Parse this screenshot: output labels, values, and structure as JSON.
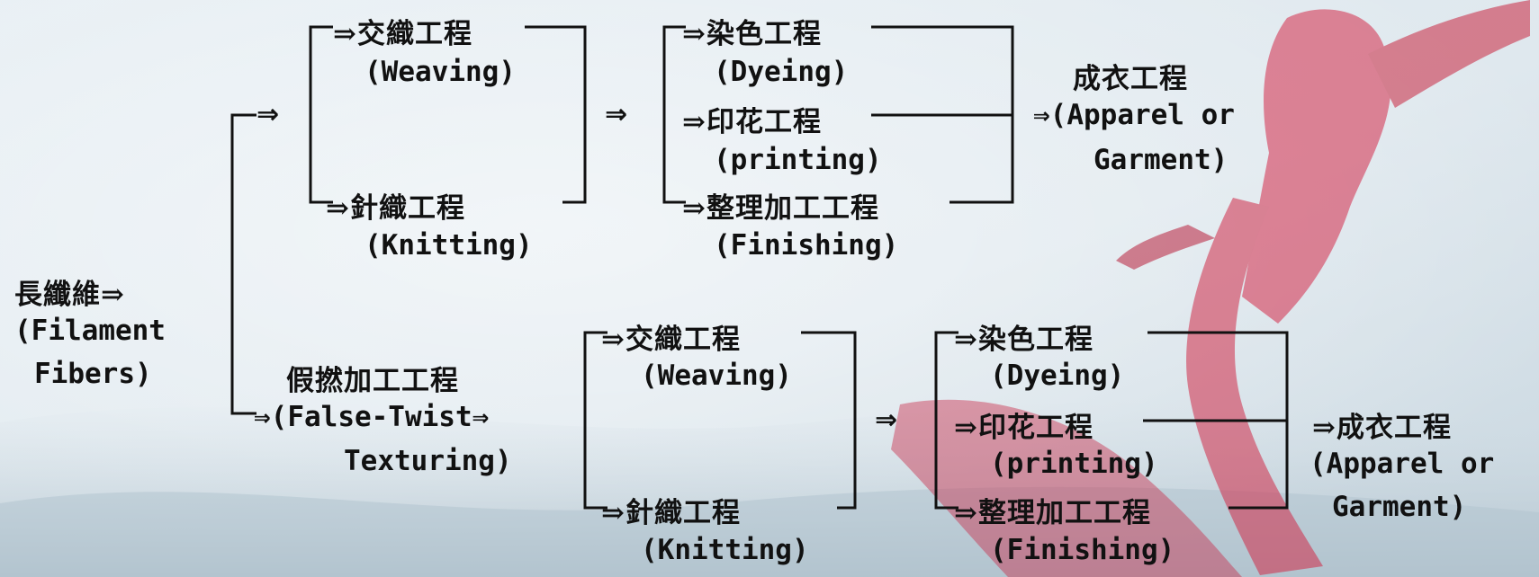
{
  "source": {
    "cn": "長纖維⇒",
    "en_1": "(Filament",
    "en_2": "Fibers)"
  },
  "top_branch": {
    "weaving": {
      "cn": "⇒交織工程",
      "en": "(Weaving)"
    },
    "knitting": {
      "cn": "⇒針織工程",
      "en": "(Knitting)"
    },
    "dyeing": {
      "cn": "⇒染色工程",
      "en": "(Dyeing)"
    },
    "printing": {
      "cn": "⇒印花工程",
      "en": "(printing)"
    },
    "finishing": {
      "cn": "⇒整理加工工程",
      "en": "(Finishing)"
    },
    "apparel": {
      "cn": "成衣工程",
      "en_1": "⇒(Apparel or",
      "en_2": "Garment)"
    }
  },
  "bottom_branch": {
    "texturing": {
      "cn": "假撚加工工程",
      "en_1": "⇒(False-Twist⇒",
      "en_2": "Texturing)"
    },
    "weaving": {
      "cn": "⇒交織工程",
      "en": "(Weaving)"
    },
    "knitting": {
      "cn": "⇒針織工程",
      "en": "(Knitting)"
    },
    "dyeing": {
      "cn": "⇒染色工程",
      "en": "(Dyeing)"
    },
    "printing": {
      "cn": "⇒印花工程",
      "en": "(printing)"
    },
    "finishing": {
      "cn": "⇒整理加工工程",
      "en": "(Finishing)"
    },
    "apparel": {
      "cn": "⇒成衣工程",
      "en_1": "(Apparel or",
      "en_2": "Garment)"
    }
  },
  "arrows": {
    "top_split": "⇒",
    "top_mid": "⇒",
    "top_apparel": "⇒",
    "bottom_mid": "⇒"
  },
  "colors": {
    "background": "#dfe8ee",
    "text": "#111111",
    "lines": "#111111",
    "figure_accent": "#d42a4a"
  }
}
